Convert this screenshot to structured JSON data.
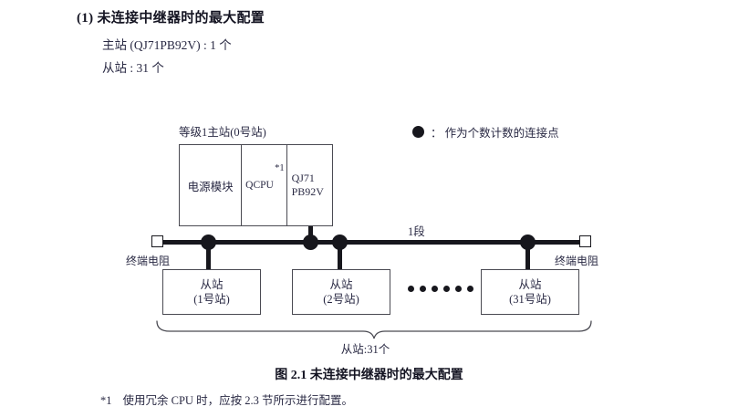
{
  "heading": {
    "title": "(1) 未连接中继器时的最大配置",
    "spec_master": "主站 (QJ71PB92V) : 1 个",
    "spec_slave": "从站 : 31 个"
  },
  "legend": {
    "marker": "filled-circle",
    "text": "： 作为个数计数的连接点"
  },
  "diagram": {
    "master_label": "等级1主站(0号站)",
    "segment_label": "1段",
    "modules": [
      {
        "name": "电源模块",
        "footnote_mark": ""
      },
      {
        "name": "QCPU",
        "footnote_mark": "*1"
      },
      {
        "name": "QJ71\nPB92V",
        "line1": "QJ71",
        "line2": "PB92V",
        "footnote_mark": ""
      }
    ],
    "terminator_left_label": "终端电阻",
    "terminator_right_label": "终端电阻",
    "node_dot_count": 4,
    "slaves": [
      {
        "title": "从站",
        "station": "(1号站)"
      },
      {
        "title": "从站",
        "station": "(2号站)"
      },
      {
        "title": "从站",
        "station": "(31号站)"
      }
    ],
    "ellipsis_dot_count": 6,
    "brace_label": "从站:31个"
  },
  "caption": "图 2.1  未连接中继器时的最大配置",
  "footnote": {
    "mark": "*1",
    "text": "使用冗余 CPU 时，应按 2.3 节所示进行配置。"
  },
  "colors": {
    "text": "#2a2a44",
    "heading": "#141422",
    "line": "#17171d",
    "box_border": "#4a4a52",
    "background": "#ffffff"
  }
}
